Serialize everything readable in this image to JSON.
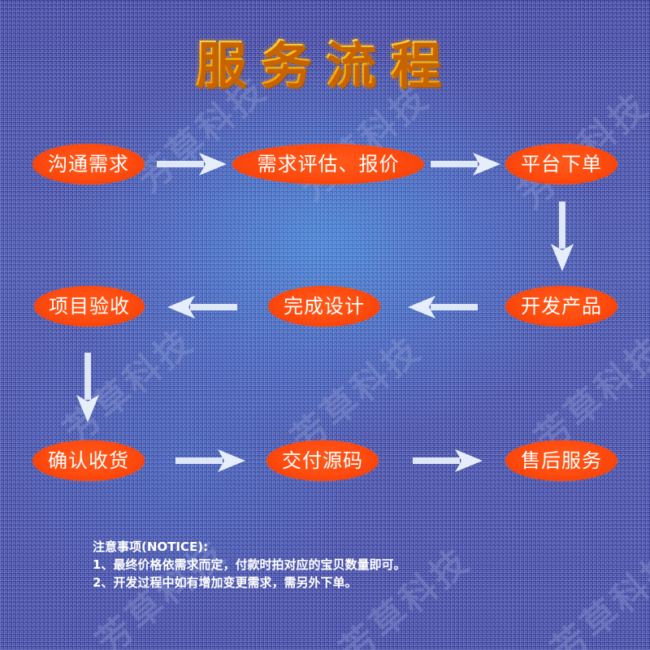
{
  "title": "服务流程",
  "nodes": {
    "n1": "沟通需求",
    "n2": "需求评估、报价",
    "n3": "平台下单",
    "n4": "开发产品",
    "n5": "完成设计",
    "n6": "项目验收",
    "n7": "确认收货",
    "n8": "交付源码",
    "n9": "售后服务"
  },
  "notice": {
    "heading": "注意事项(NOTICE):",
    "item1": "1、最终价格依需求而定，付款时拍对应的宝贝数量即可。",
    "item2": "2、开发过程中如有增加变更需求，需另外下单。"
  },
  "watermark": "芳草科技",
  "colors": {
    "node_fill": "#ff4a0e",
    "title_gold": "#ffd200",
    "arrow": "#e6eefc",
    "background": "#3b3f9a"
  },
  "icons": {
    "arrow": "arrow-icon"
  }
}
